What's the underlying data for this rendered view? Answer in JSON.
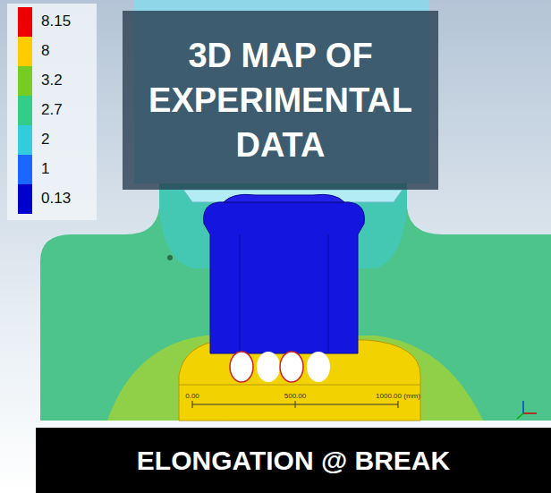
{
  "diagram": {
    "title": "3D MAP OF EXPERIMENTAL DATA",
    "caption": "ELONGATION @ BREAK",
    "labels": [
      "0.00",
      "500.00",
      "1000.00 (mm)"
    ],
    "legend": [
      {
        "text": "8.15",
        "color": "#ee0000"
      },
      {
        "text": "8",
        "color": "#ffcc00"
      },
      {
        "text": "3.2",
        "color": "#77cc22"
      },
      {
        "text": "2.7",
        "color": "#33cc88"
      },
      {
        "text": "2",
        "color": "#33ccdd"
      },
      {
        "text": "1",
        "color": "#1a66ff"
      },
      {
        "text": "0.13",
        "color": "#0000cc"
      }
    ]
  }
}
